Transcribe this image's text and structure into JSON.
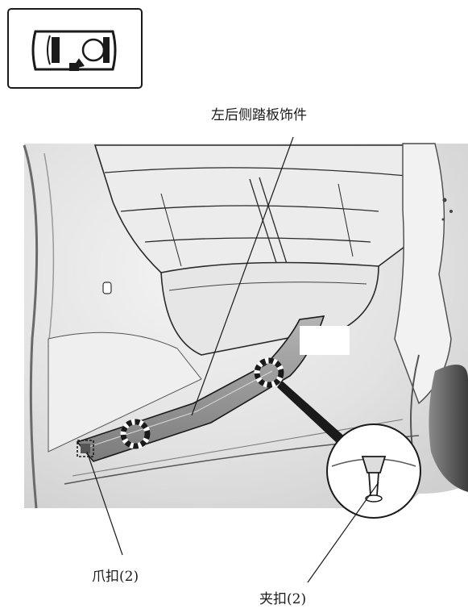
{
  "labels": {
    "trim_name": "左后侧踏板饰件",
    "claw_clip": "爪扣(2)",
    "clip": "夹扣(2)"
  },
  "icons": {
    "vehicle_location": "car-top-view-rear-left-door-icon",
    "claw_clip_marker": "dashed-claw-clip-marker",
    "clip_marker": "dashed-circle-clip-marker",
    "clip_detail": "clip-detail-magnifier-icon"
  },
  "colors": {
    "line": "#1a1a1a",
    "trim_fill": "#9a9a9a",
    "photo_bg": "#dcdcdc"
  }
}
